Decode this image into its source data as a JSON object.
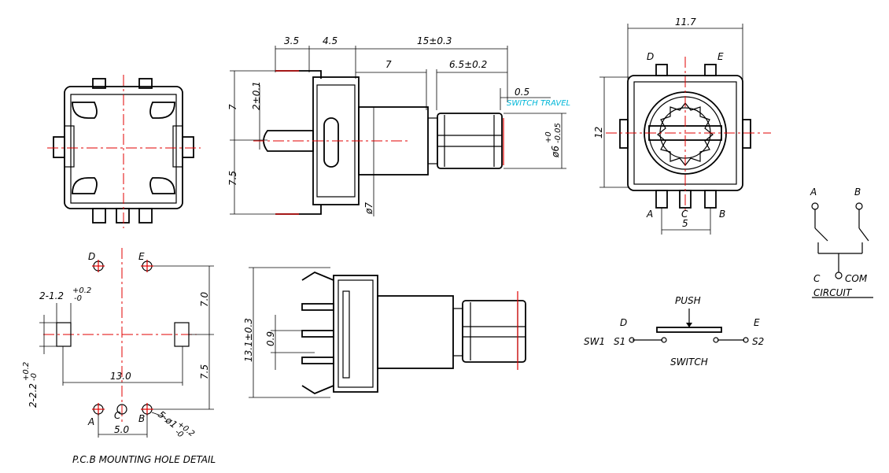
{
  "views": {
    "side": {
      "dims": {
        "d_3_5": "3.5",
        "d_4_5": "4.5",
        "d_15": "15±0.3",
        "d_7_top": "7",
        "d_6_5": "6.5±0.2",
        "d_0_5": "0.5",
        "switch_travel": "SWITCH TRAVEL",
        "d_7_left": "7",
        "d_2_0_1": "2±0.1",
        "d_7_5": "7.5",
        "d_phi7": "ø7",
        "d_phi6": "ø6",
        "d_phi6_tol_top": "+0",
        "d_phi6_tol_bot": "-0.05"
      }
    },
    "top": {
      "dims": {
        "d_11_7": "11.7",
        "d_12": "12",
        "d_5": "5"
      },
      "pins": {
        "d": "D",
        "e": "E",
        "a": "A",
        "c": "C",
        "b": "B"
      }
    },
    "pcb": {
      "pins": {
        "d": "D",
        "e": "E",
        "a": "A",
        "c": "C",
        "b": "B"
      },
      "dims": {
        "d_1_2": "2-1.2",
        "d_1_2_tol_top": "+0.2",
        "d_1_2_tol_bot": "-0",
        "d_2_2": "2-2.2",
        "d_2_2_tol_top": "+0.2",
        "d_2_2_tol_bot": "-0",
        "d_7_0": "7.0",
        "d_7_5": "7.5",
        "d_13_0": "13.0",
        "d_5_0": "5.0",
        "d_5_phi1": "5-ø1",
        "d_5_phi1_tol_top": "+0.2",
        "d_5_phi1_tol_bot": "-0"
      },
      "caption": "P.C.B MOUNTING HOLE DETAIL"
    },
    "lower_side": {
      "dims": {
        "d_13_1": "13.1±0.3",
        "d_0_9": "0.9"
      }
    },
    "switch": {
      "push": "PUSH",
      "d": "D",
      "e": "E",
      "sw1": "SW1",
      "s1": "S1",
      "s2": "S2",
      "caption": "SWITCH"
    },
    "circuit": {
      "a": "A",
      "b": "B",
      "c": "C",
      "com": "COM",
      "caption": "CIRCUIT"
    }
  },
  "colors": {
    "centerline": "#e00000",
    "annotation": "#00b7d8"
  }
}
